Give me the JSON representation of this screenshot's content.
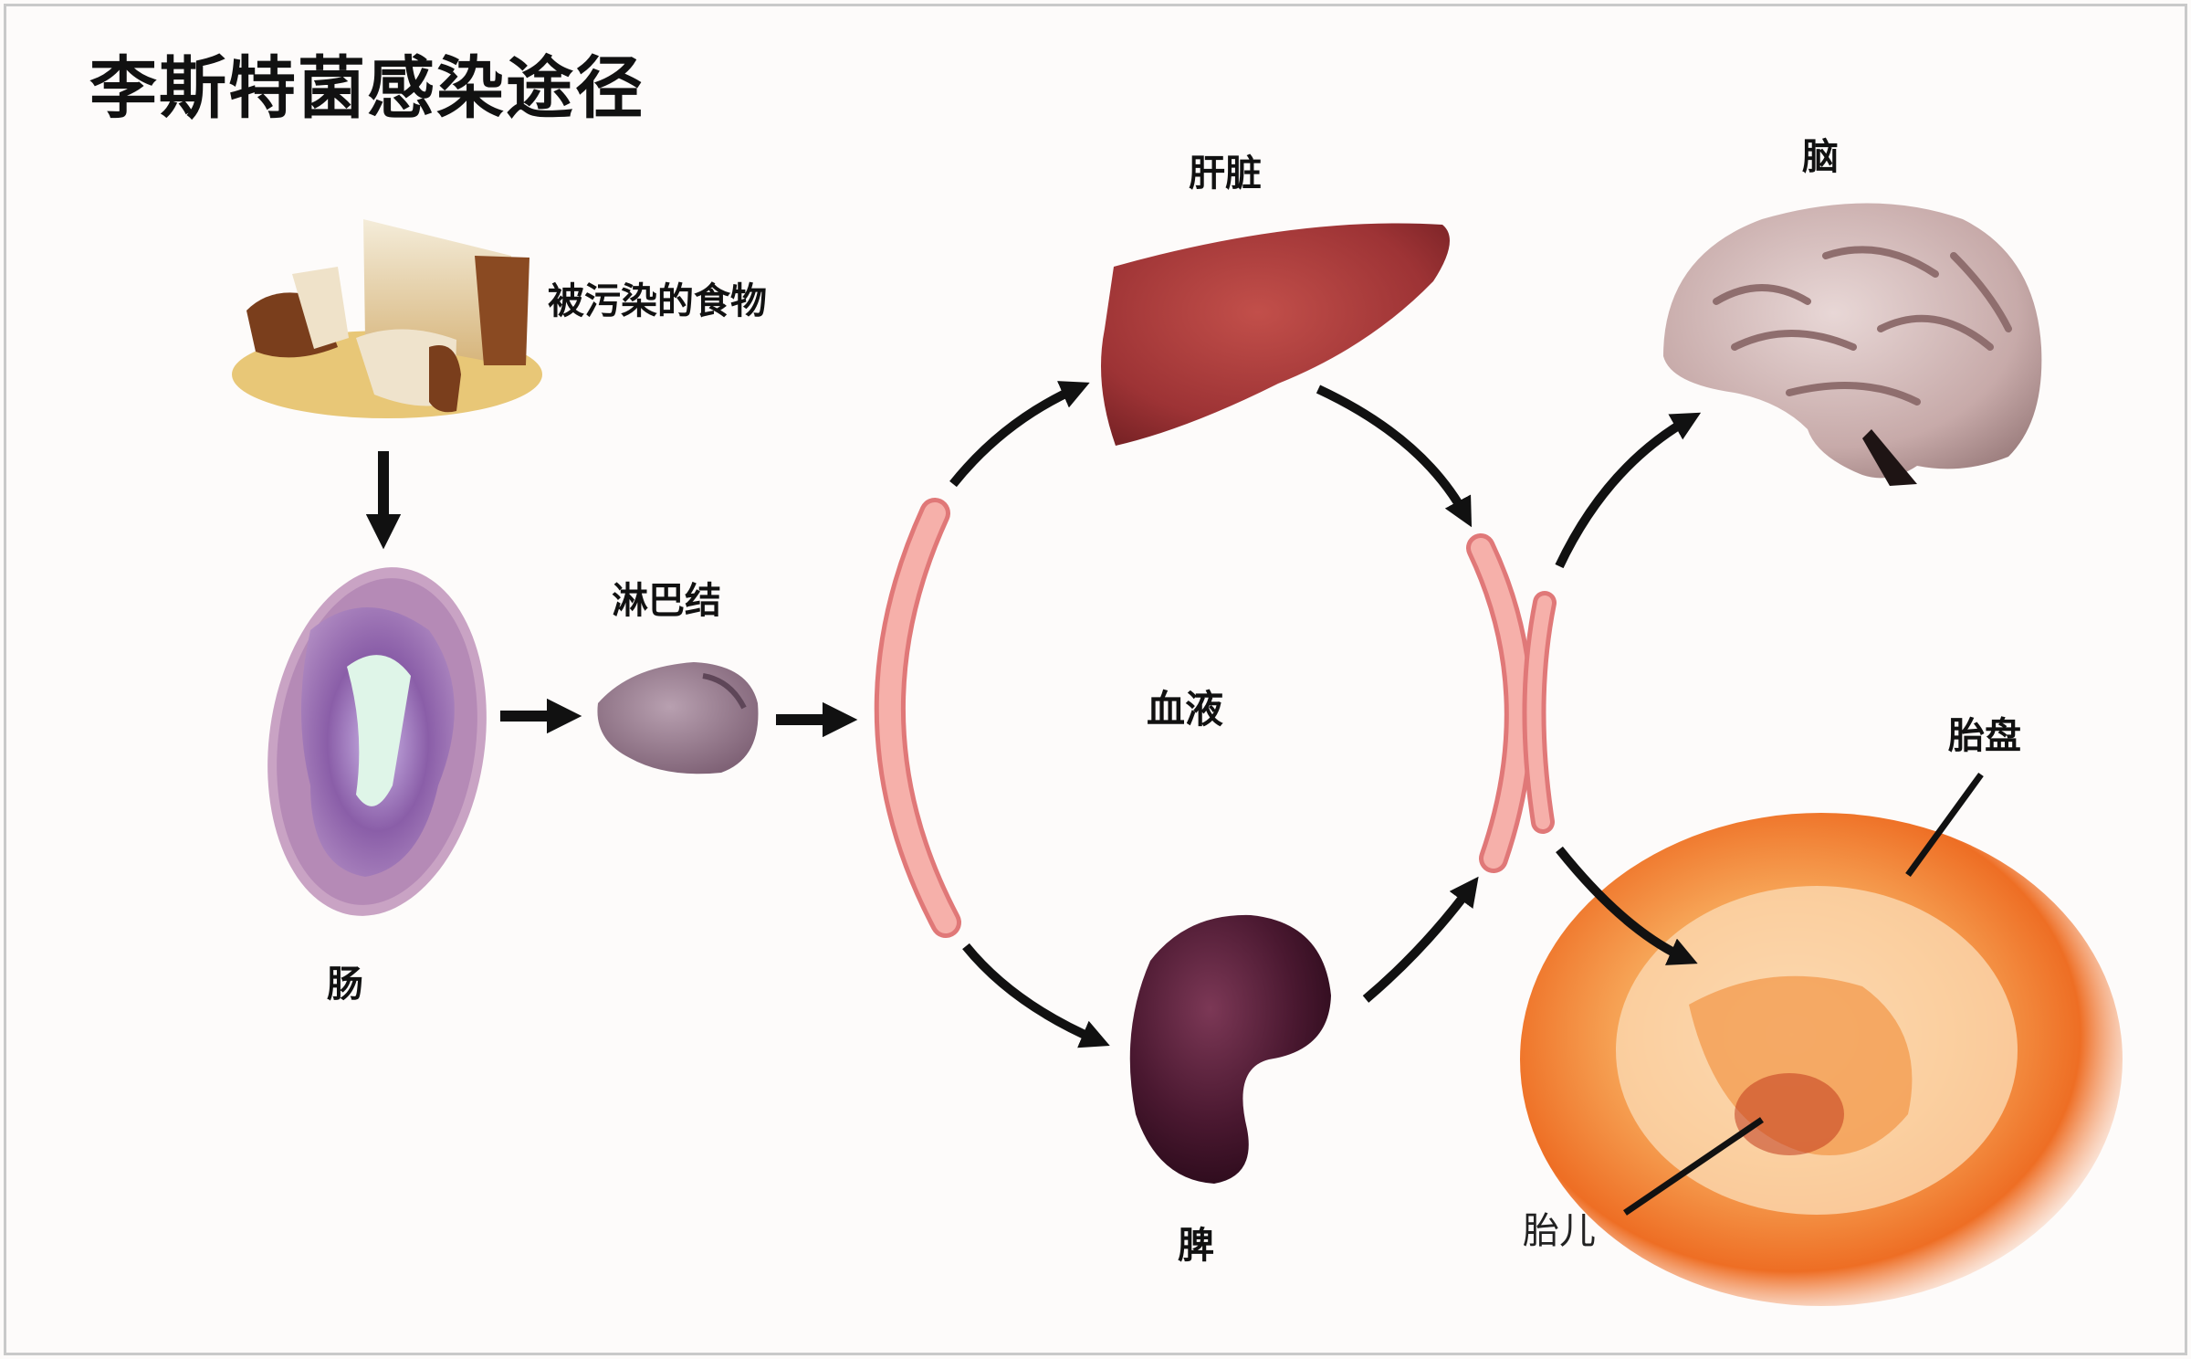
{
  "title": "李斯特菌感染途径",
  "labels": {
    "food": "被污染的食物",
    "intestine": "肠",
    "lymph_node": "淋巴结",
    "blood": "血液",
    "liver": "肝脏",
    "spleen": "脾",
    "brain": "脑",
    "placenta": "胎盘",
    "fetus": "胎儿"
  },
  "colors": {
    "vessel": "#f4a3a0",
    "arrow": "#111111",
    "liver": "#a33a3a",
    "spleen": "#4a1830",
    "intestine": "#9b6fb0",
    "placenta": "#f07a2a"
  }
}
